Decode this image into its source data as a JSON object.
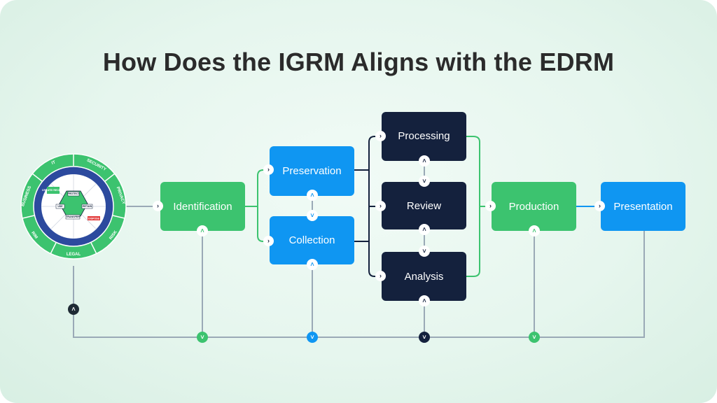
{
  "title": "How Does the IGRM Aligns with the EDRM",
  "igrm": {
    "outer_segments": [
      "IT",
      "SECURITY",
      "PRIVACY",
      "RISK",
      "LEGAL",
      "RIM",
      "BUSINESS"
    ],
    "inner_labels": {
      "create": "CREATE/ RECEIVE",
      "protect": "PROTECT",
      "use": "USE",
      "retain": "RETAIN",
      "transfer": "TRANSFER",
      "dispose": "DISPOSE"
    }
  },
  "stages": {
    "identification": "Identification",
    "preservation": "Preservation",
    "collection": "Collection",
    "processing": "Processing",
    "review": "Review",
    "analysis": "Analysis",
    "production": "Production",
    "presentation": "Presentation"
  },
  "colors": {
    "green": "#3cc36f",
    "blue": "#0f96f2",
    "navy": "#14213d",
    "ring_blue": "#2c4a9e",
    "connector_grey": "#9aa9b6",
    "dispose_red": "#e23b3b"
  },
  "icons": {
    "arrow_right": "›",
    "chevron_up": "˄",
    "chevron_down": "˅"
  }
}
